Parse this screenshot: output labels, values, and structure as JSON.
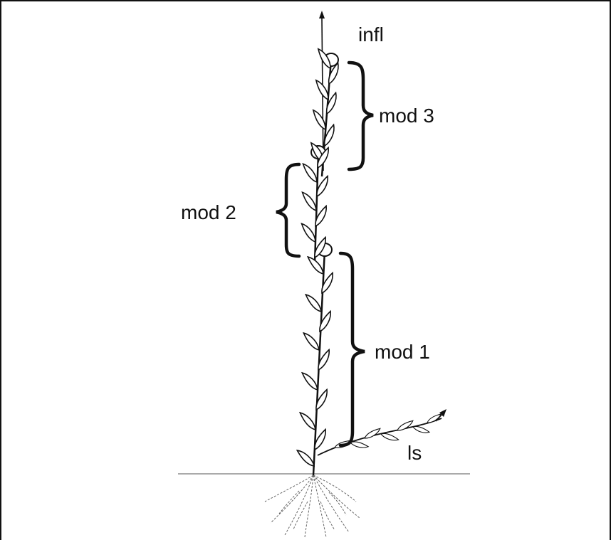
{
  "labels": {
    "infl": "infl",
    "mod3": "mod 3",
    "mod2": "mod 2",
    "mod1": "mod 1",
    "ls": "ls"
  }
}
